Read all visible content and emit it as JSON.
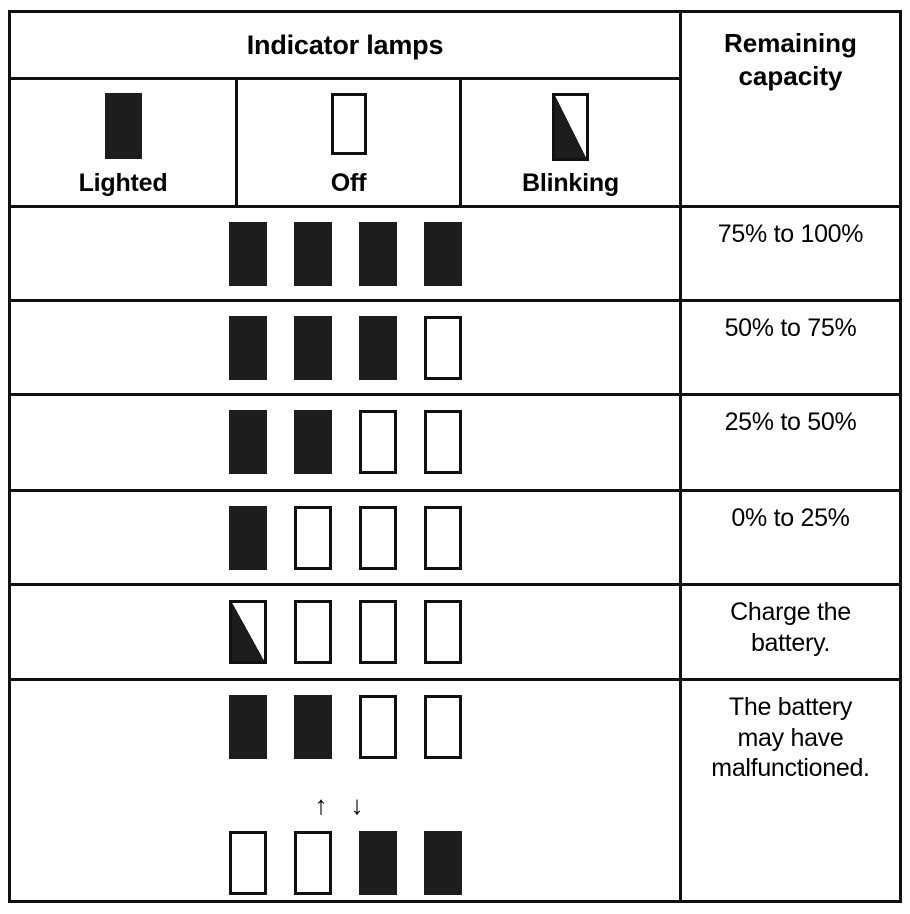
{
  "table": {
    "header": {
      "indicator_lamps_title": "Indicator lamps",
      "remaining_capacity_title_line1": "Remaining",
      "remaining_capacity_title_line2": "capacity"
    },
    "legend": [
      {
        "key": "lighted",
        "label": "Lighted",
        "state": "lit",
        "icon": "lamp-lit-icon"
      },
      {
        "key": "off",
        "label": "Off",
        "state": "off",
        "icon": "lamp-off-icon"
      },
      {
        "key": "blinking",
        "label": "Blinking",
        "state": "blink",
        "icon": "lamp-blinking-icon"
      }
    ],
    "rows": [
      {
        "index": 1,
        "lamps": [
          "lit",
          "lit",
          "lit",
          "lit"
        ],
        "capacity": "75% to 100%"
      },
      {
        "index": 2,
        "lamps": [
          "lit",
          "lit",
          "lit",
          "off"
        ],
        "capacity": "50% to 75%"
      },
      {
        "index": 3,
        "lamps": [
          "lit",
          "lit",
          "off",
          "off"
        ],
        "capacity": "25% to 50%"
      },
      {
        "index": 4,
        "lamps": [
          "lit",
          "off",
          "off",
          "off"
        ],
        "capacity": "0% to 25%"
      },
      {
        "index": 5,
        "lamps": [
          "blink",
          "off",
          "off",
          "off"
        ],
        "capacity_line1": "Charge the",
        "capacity_line2": "battery."
      },
      {
        "index": 6,
        "lamps_top": [
          "lit",
          "lit",
          "off",
          "off"
        ],
        "lamps_bottom": [
          "off",
          "off",
          "lit",
          "lit"
        ],
        "arrow_up": "↑",
        "arrow_down": "↓",
        "capacity_line1": "The battery",
        "capacity_line2": "may have",
        "capacity_line3": "malfunctioned."
      }
    ]
  },
  "colors": {
    "ink": "#111111",
    "lamp_fill": "#1d1d1d",
    "paper": "#ffffff"
  }
}
